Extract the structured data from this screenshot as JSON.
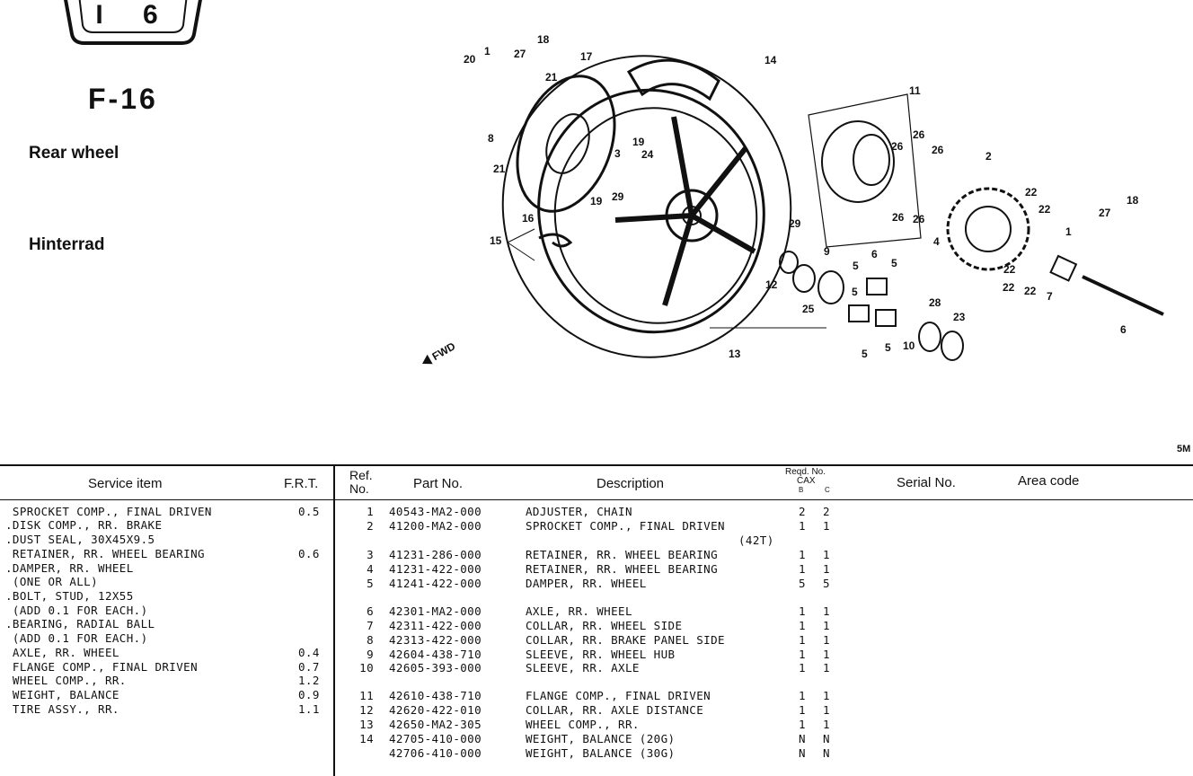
{
  "header": {
    "badge": "I 6",
    "figure_code": "F-16",
    "title_en": "Rear wheel",
    "title_de": "Hinterrad",
    "corner_mark": "5M",
    "fwd": "FWD"
  },
  "callouts": [
    "20",
    "1",
    "27",
    "18",
    "21",
    "17",
    "8",
    "21",
    "14",
    "11",
    "19",
    "3",
    "24",
    "29",
    "19",
    "26",
    "26",
    "26",
    "2",
    "26",
    "26",
    "16",
    "15",
    "29",
    "9",
    "4",
    "22",
    "22",
    "18",
    "27",
    "1",
    "12",
    "5",
    "6",
    "5",
    "22",
    "22",
    "22",
    "7",
    "25",
    "5",
    "28",
    "23",
    "6",
    "13",
    "5",
    "5",
    "10"
  ],
  "table": {
    "headers": {
      "service_item": "Service item",
      "frt": "F.R.T.",
      "ref_no": "Ref. No.",
      "part_no": "Part No.",
      "description": "Description",
      "reqd_no": "Reqd. No.",
      "cax": "CAX",
      "col_b": "B",
      "col_c": "C",
      "serial_no": "Serial No.",
      "area_code": "Area code"
    },
    "service_items": [
      {
        "item": " SPROCKET COMP., FINAL DRIVEN",
        "frt": "0.5"
      },
      {
        "item": ".DISK COMP., RR. BRAKE",
        "frt": ""
      },
      {
        "item": ".DUST SEAL, 30X45X9.5",
        "frt": ""
      },
      {
        "item": " RETAINER, RR. WHEEL BEARING",
        "frt": "0.6"
      },
      {
        "item": ".DAMPER, RR. WHEEL",
        "frt": ""
      },
      {
        "item": " (ONE OR ALL)",
        "frt": ""
      },
      {
        "item": ".BOLT, STUD, 12X55",
        "frt": ""
      },
      {
        "item": " (ADD 0.1 FOR EACH.)",
        "frt": ""
      },
      {
        "item": ".BEARING, RADIAL BALL",
        "frt": ""
      },
      {
        "item": " (ADD 0.1 FOR EACH.)",
        "frt": ""
      },
      {
        "item": " AXLE, RR. WHEEL",
        "frt": "0.4"
      },
      {
        "item": " FLANGE COMP., FINAL DRIVEN",
        "frt": "0.7"
      },
      {
        "item": " WHEEL COMP., RR.",
        "frt": "1.2"
      },
      {
        "item": " WEIGHT, BALANCE",
        "frt": "0.9"
      },
      {
        "item": " TIRE ASSY., RR.",
        "frt": "1.1"
      }
    ],
    "parts": [
      {
        "ref": "1",
        "part": "40543-MA2-000",
        "desc": "ADJUSTER, CHAIN",
        "b": "2",
        "c": "2"
      },
      {
        "ref": "2",
        "part": "41200-MA2-000",
        "desc": "SPROCKET COMP., FINAL DRIVEN",
        "b": "1",
        "c": "1"
      },
      {
        "ref": "",
        "part": "",
        "desc": "(42T)",
        "b": "",
        "c": ""
      },
      {
        "ref": "3",
        "part": "41231-286-000",
        "desc": "RETAINER, RR. WHEEL BEARING",
        "b": "1",
        "c": "1"
      },
      {
        "ref": "4",
        "part": "41231-422-000",
        "desc": "RETAINER, RR. WHEEL BEARING",
        "b": "1",
        "c": "1"
      },
      {
        "ref": "5",
        "part": "41241-422-000",
        "desc": "DAMPER, RR. WHEEL",
        "b": "5",
        "c": "5"
      },
      {
        "ref": "6",
        "part": "42301-MA2-000",
        "desc": "AXLE, RR. WHEEL",
        "b": "1",
        "c": "1"
      },
      {
        "ref": "7",
        "part": "42311-422-000",
        "desc": "COLLAR, RR. WHEEL SIDE",
        "b": "1",
        "c": "1"
      },
      {
        "ref": "8",
        "part": "42313-422-000",
        "desc": "COLLAR, RR. BRAKE PANEL SIDE",
        "b": "1",
        "c": "1"
      },
      {
        "ref": "9",
        "part": "42604-438-710",
        "desc": "SLEEVE, RR. WHEEL HUB",
        "b": "1",
        "c": "1"
      },
      {
        "ref": "10",
        "part": "42605-393-000",
        "desc": "SLEEVE, RR. AXLE",
        "b": "1",
        "c": "1"
      },
      {
        "ref": "11",
        "part": "42610-438-710",
        "desc": "FLANGE COMP., FINAL DRIVEN",
        "b": "1",
        "c": "1"
      },
      {
        "ref": "12",
        "part": "42620-422-010",
        "desc": "COLLAR, RR. AXLE DISTANCE",
        "b": "1",
        "c": "1"
      },
      {
        "ref": "13",
        "part": "42650-MA2-305",
        "desc": "WHEEL COMP., RR.",
        "b": "1",
        "c": "1"
      },
      {
        "ref": "14",
        "part": "42705-410-000",
        "desc": "WEIGHT, BALANCE (20G)",
        "b": "N",
        "c": "N"
      },
      {
        "ref": "",
        "part": "42706-410-000",
        "desc": "WEIGHT, BALANCE (30G)",
        "b": "N",
        "c": "N"
      }
    ]
  }
}
